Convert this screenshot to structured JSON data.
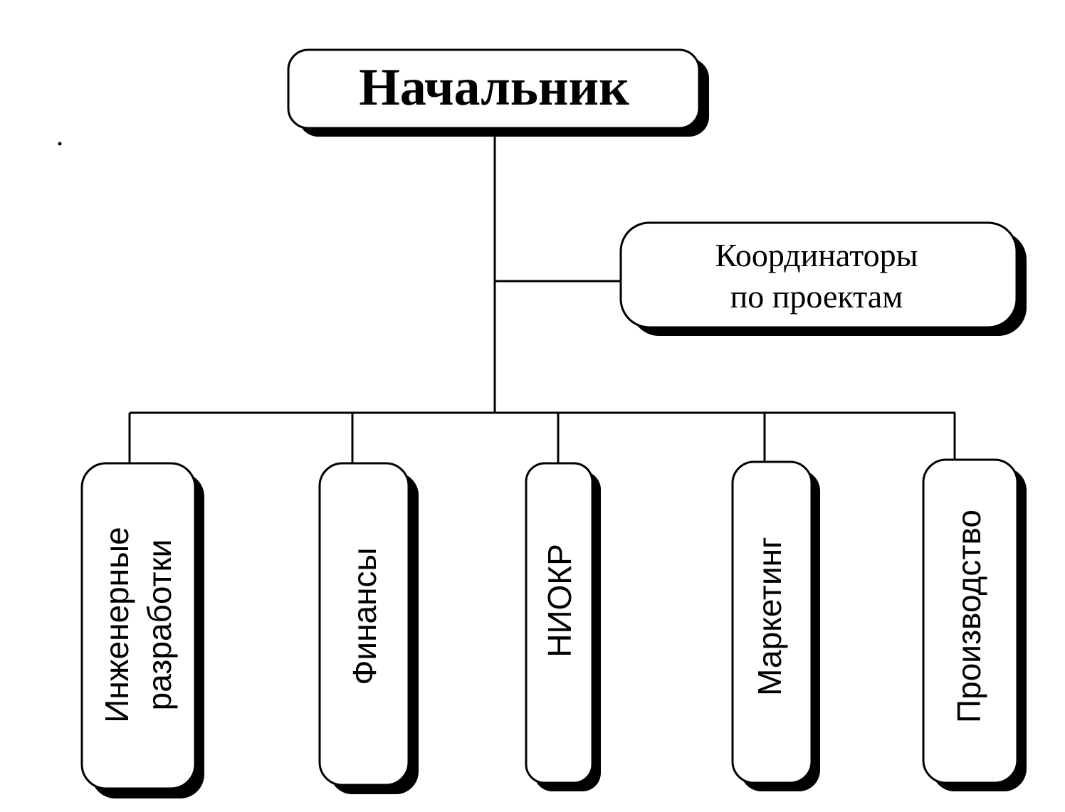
{
  "diagram": {
    "type": "org-chart",
    "root": {
      "id": "head",
      "label": "Начальник"
    },
    "staff": {
      "id": "coordinators",
      "lines": [
        "Координаторы",
        "по проектам"
      ]
    },
    "departments": [
      {
        "id": "engineering",
        "lines": [
          "Инженерные",
          "разработки"
        ]
      },
      {
        "id": "finance",
        "lines": [
          "Финансы"
        ]
      },
      {
        "id": "rnd",
        "lines": [
          "НИОКР"
        ]
      },
      {
        "id": "marketing",
        "lines": [
          "Маркетинг"
        ]
      },
      {
        "id": "production",
        "lines": [
          "Производство"
        ]
      }
    ],
    "colors": {
      "stroke": "#000000",
      "fill": "#ffffff",
      "shadow": "#000000",
      "text": "#000000"
    }
  }
}
